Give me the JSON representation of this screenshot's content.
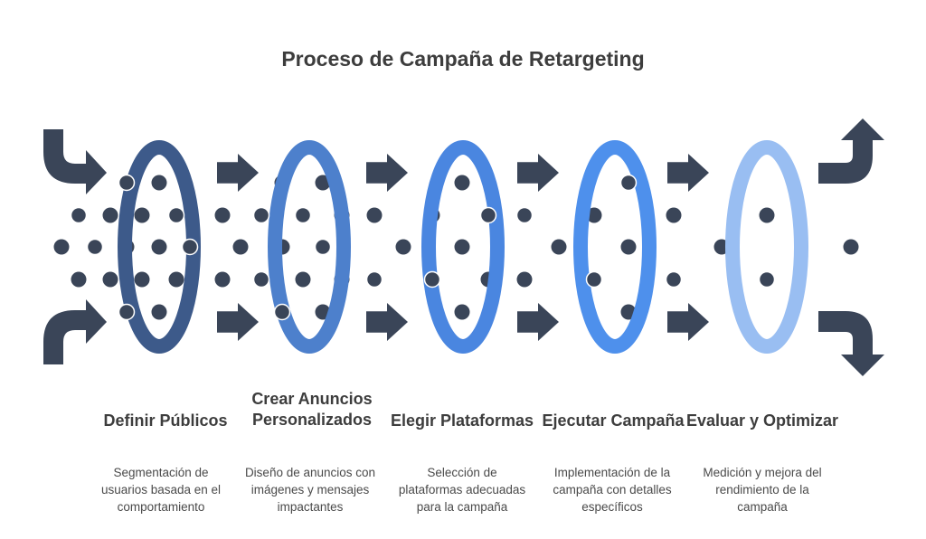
{
  "title": "Proceso de Campaña de Retargeting",
  "colors": {
    "dark": "#3a4558",
    "ring_colors": [
      "#3d5a8a",
      "#4d80cc",
      "#4a86e0",
      "#4e90ec",
      "#99bef2"
    ]
  },
  "steps": [
    {
      "title": "Definir Públicos",
      "description": "Segmentación de usuarios basada en el comportamiento"
    },
    {
      "title": "Crear Anuncios Personalizados",
      "description": "Diseño de anuncios con imágenes y mensajes impactantes"
    },
    {
      "title": "Elegir Plataformas",
      "description": "Selección de plataformas adecuadas para la campaña"
    },
    {
      "title": "Ejecutar Campaña",
      "description": "Implementación de la campaña con detalles específicos"
    },
    {
      "title": "Evaluar y Optimizar",
      "description": "Medición y mejora del rendimiento de la campaña"
    }
  ]
}
